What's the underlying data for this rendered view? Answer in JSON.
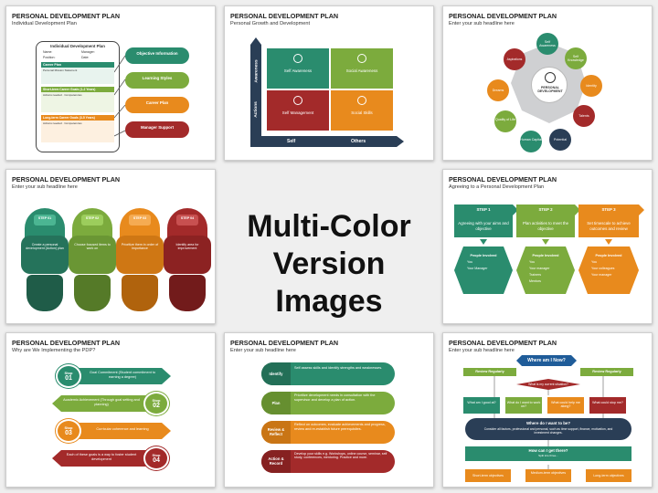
{
  "colors": {
    "teal": "#2a8c6e",
    "green": "#7cab3d",
    "orange": "#e88a1d",
    "red": "#a32a2a",
    "blue": "#1f5c99",
    "navy": "#2a3e56",
    "gray": "#cfd0d2"
  },
  "center": {
    "line1": "Multi-Color",
    "line2": "Version Images"
  },
  "slides": [
    {
      "title": "PERSONAL DEVELOPMENT PLAN",
      "subtitle": "Individual Development Plan",
      "form": {
        "heading": "Individual Development Plan",
        "name": "Name:",
        "manager": "Manager:",
        "position": "Position:",
        "date": "Date:",
        "sections": [
          {
            "title": "Career Plan",
            "text": "Personal Mission Statement"
          },
          {
            "title": "Short-term Career Goals (1-2 Years)",
            "text": "Actions needed · Competencies"
          },
          {
            "title": "Long-term Career Goals (3-5 Years)",
            "text": "Actions needed · Competencies"
          }
        ]
      },
      "pills": [
        "Objective Information",
        "Learning Styles",
        "Career Plan",
        "Manager Support"
      ]
    },
    {
      "title": "PERSONAL DEVELOPMENT PLAN",
      "subtitle": "Personal Growth and Development",
      "axis_y": [
        "Awareness",
        "Actions"
      ],
      "axis_x": [
        "Self",
        "Others"
      ],
      "quads": [
        "Self Awareness",
        "Social Awareness",
        "Self Management",
        "Social Skills"
      ]
    },
    {
      "title": "PERSONAL DEVELOPMENT PLAN",
      "subtitle": "Enter your sub headline here",
      "hub": "PERSONAL DEVELOPMENT",
      "nodes": [
        "Self Awareness",
        "Self Knowledge",
        "Identity",
        "Talents",
        "Potential",
        "Human Capital",
        "Quality of Life",
        "Dreams",
        "Aspirations"
      ]
    },
    {
      "title": "PERSONAL DEVELOPMENT PLAN",
      "subtitle": "Enter your sub headline here",
      "steps": [
        {
          "tag": "STEP 01",
          "text": "Create a personal development (Action) plan"
        },
        {
          "tag": "STEP 02",
          "text": "Choose focused items to work on"
        },
        {
          "tag": "STEP 03",
          "text": "Prioritize them in order of importance"
        },
        {
          "tag": "STEP 04",
          "text": "Identify area for improvement"
        }
      ]
    },
    {
      "title": "PERSONAL DEVELOPMENT PLAN",
      "subtitle": "Agreeing to a Personal Development Plan",
      "cols": [
        {
          "step": "STEP 1",
          "text": "Agreeing with your aims and objective",
          "hex": "People Involved",
          "items": [
            "You",
            "Your Manager"
          ]
        },
        {
          "step": "STEP 2",
          "text": "Plan activities to meet the objective",
          "hex": "People Involved",
          "items": [
            "You",
            "Your manager",
            "Trainers",
            "Mentors"
          ]
        },
        {
          "step": "STEP 3",
          "text": "Set timescale to achieve outcomes and review",
          "hex": "People Involved",
          "items": [
            "You",
            "Your colleagues",
            "Your manager"
          ]
        }
      ]
    },
    {
      "title": "PERSONAL DEVELOPMENT PLAN",
      "subtitle": "Why are We Implementing the PDP?",
      "stops": [
        {
          "tag": "Stop",
          "num": "01",
          "text": "Goal Commitment (Student commitment to earning a degree)"
        },
        {
          "tag": "Stop",
          "num": "02",
          "text": "Academic Achievement (Through goal setting and planning)"
        },
        {
          "tag": "Stop",
          "num": "03",
          "text": "Curricular coherence and learning"
        },
        {
          "tag": "Stop",
          "num": "04",
          "text": "Each of these goals is a way to foster student development"
        }
      ]
    },
    {
      "title": "PERSONAL DEVELOPMENT PLAN",
      "subtitle": "Enter your sub headline here",
      "rows": [
        {
          "label": "Identify",
          "text": "Self assess skills and identify strengths and weaknesses."
        },
        {
          "label": "Plan",
          "text": "Prioritize development needs in consultation with the supervisor and develop a plan of action."
        },
        {
          "label": "Review & Reflect",
          "text": "Reflect on outcomes, evaluate achievements and progress, review and re-establish future prerequisites."
        },
        {
          "label": "Action & Record",
          "text": "Develop your skills e.g. Workshops, online course, seminar, self study, conferences, mentoring. Practice and more."
        }
      ]
    },
    {
      "title": "PERSONAL DEVELOPMENT PLAN",
      "subtitle": "Enter your sub headline here",
      "where": "Where am I Now?",
      "review_left": "Review Regularly",
      "review_right": "Review Regularly",
      "question": "What is my current situation?",
      "boxes": [
        "What am I good at?",
        "What do I want to work on?",
        "What could help me along?",
        "What could stop me?"
      ],
      "want": "Where do I want to be?",
      "want_text": "Consider all factors, professional and personal, such as time support, finance, motivation, and investment changes.",
      "get": "How can I get there?",
      "get_text": "Split into three...",
      "objectives": [
        "Short-term objectives",
        "Medium-term objectives",
        "Long-term objectives"
      ]
    }
  ]
}
